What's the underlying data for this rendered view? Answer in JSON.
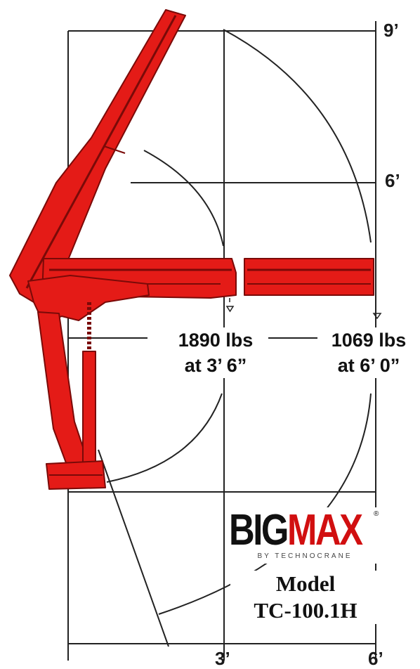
{
  "axis": {
    "vertical_ticks": [
      {
        "label": "9’"
      },
      {
        "label": "6’"
      }
    ],
    "horizontal_ticks": [
      {
        "label": "3’"
      },
      {
        "label": "6’"
      }
    ]
  },
  "capacities": [
    {
      "weight": "1890 lbs",
      "reach": "at 3’ 6”"
    },
    {
      "weight": "1069 lbs",
      "reach": "at 6’ 0”"
    }
  ],
  "brand": {
    "word_dark": "BIG",
    "word_red": "MAX",
    "registered": "®",
    "tagline": "BY TECHNOCRANE"
  },
  "model": {
    "line1": "Model",
    "line2": "TC-100.1H"
  },
  "colors": {
    "crane": "#e41b17",
    "crane_dark": "#7a0a08",
    "lines": "#222222",
    "brand_red": "#d10f10"
  }
}
